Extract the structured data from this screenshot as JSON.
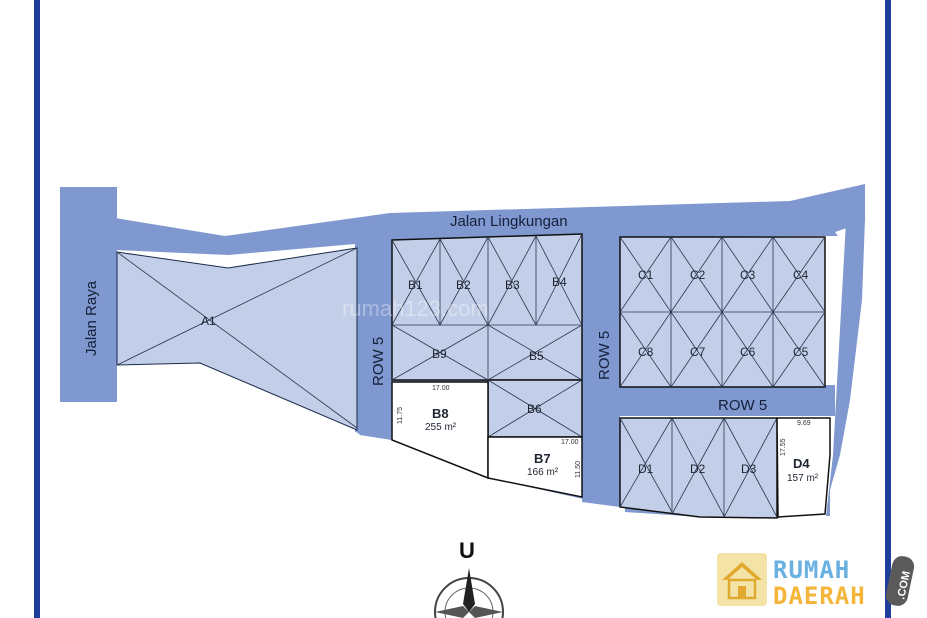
{
  "roads": {
    "jalan_lingkungan": "Jalan Lingkungan",
    "jalan_raya": "Jalan Raya",
    "row_left": "ROW 5",
    "row_mid": "ROW 5",
    "row_bottom": "ROW 5"
  },
  "plots": {
    "a1": "A1",
    "b1": "B1",
    "b2": "B2",
    "b3": "B3",
    "b4": "B4",
    "b5": "B5",
    "b6": "B6",
    "b9": "B9",
    "b7": {
      "label": "B7",
      "area": "166 m²",
      "width": "17.00",
      "depth": "11.50"
    },
    "b8": {
      "label": "B8",
      "area": "255 m²",
      "width": "17.00",
      "depth": "11.75"
    },
    "c1": "C1",
    "c2": "C2",
    "c3": "C3",
    "c4": "C4",
    "c5": "C5",
    "c6": "C6",
    "c7": "C7",
    "c8": "C8",
    "d1": "D1",
    "d2": "D2",
    "d3": "D3",
    "d4": {
      "label": "D4",
      "area": "157 m²",
      "width": "9.69",
      "depth": "17.55"
    }
  },
  "compass": {
    "north": "U"
  },
  "watermark": "rumah123.com",
  "logo": {
    "line1": "RUMAH",
    "line2": "DAERAH",
    "suffix": ".COM"
  },
  "colors": {
    "frame": "#1f3e9a",
    "road": "#7f98cf",
    "lot": "#c3cfe8",
    "sold": "#ffffff",
    "outline": "#111111",
    "logo_blue": "#6ab0e0",
    "logo_orange": "#f5b53a"
  }
}
